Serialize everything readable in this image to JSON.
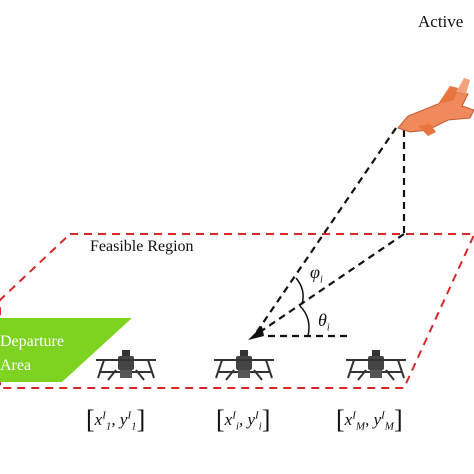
{
  "labels": {
    "active": "Active",
    "feasible_region": "Feasible Region",
    "departure_line1": "Departure",
    "departure_line2": "Area"
  },
  "angles": {
    "phi": "φ",
    "phi_sub": "i",
    "theta": "θ",
    "theta_sub": "i"
  },
  "coordinates": [
    {
      "x": "x",
      "y": "y",
      "sup": "I",
      "sub": "1"
    },
    {
      "x": "x",
      "y": "y",
      "sup": "I",
      "sub": "i"
    },
    {
      "x": "x",
      "y": "y",
      "sup": "I",
      "sub": "M"
    }
  ],
  "colors": {
    "region_border": "#d62828",
    "departure_fill": "#7ed321",
    "aircraft": "#f08a5d",
    "drone": "#333333"
  },
  "icons": [
    "aircraft-icon",
    "drone-icon",
    "drone-icon",
    "drone-icon"
  ]
}
